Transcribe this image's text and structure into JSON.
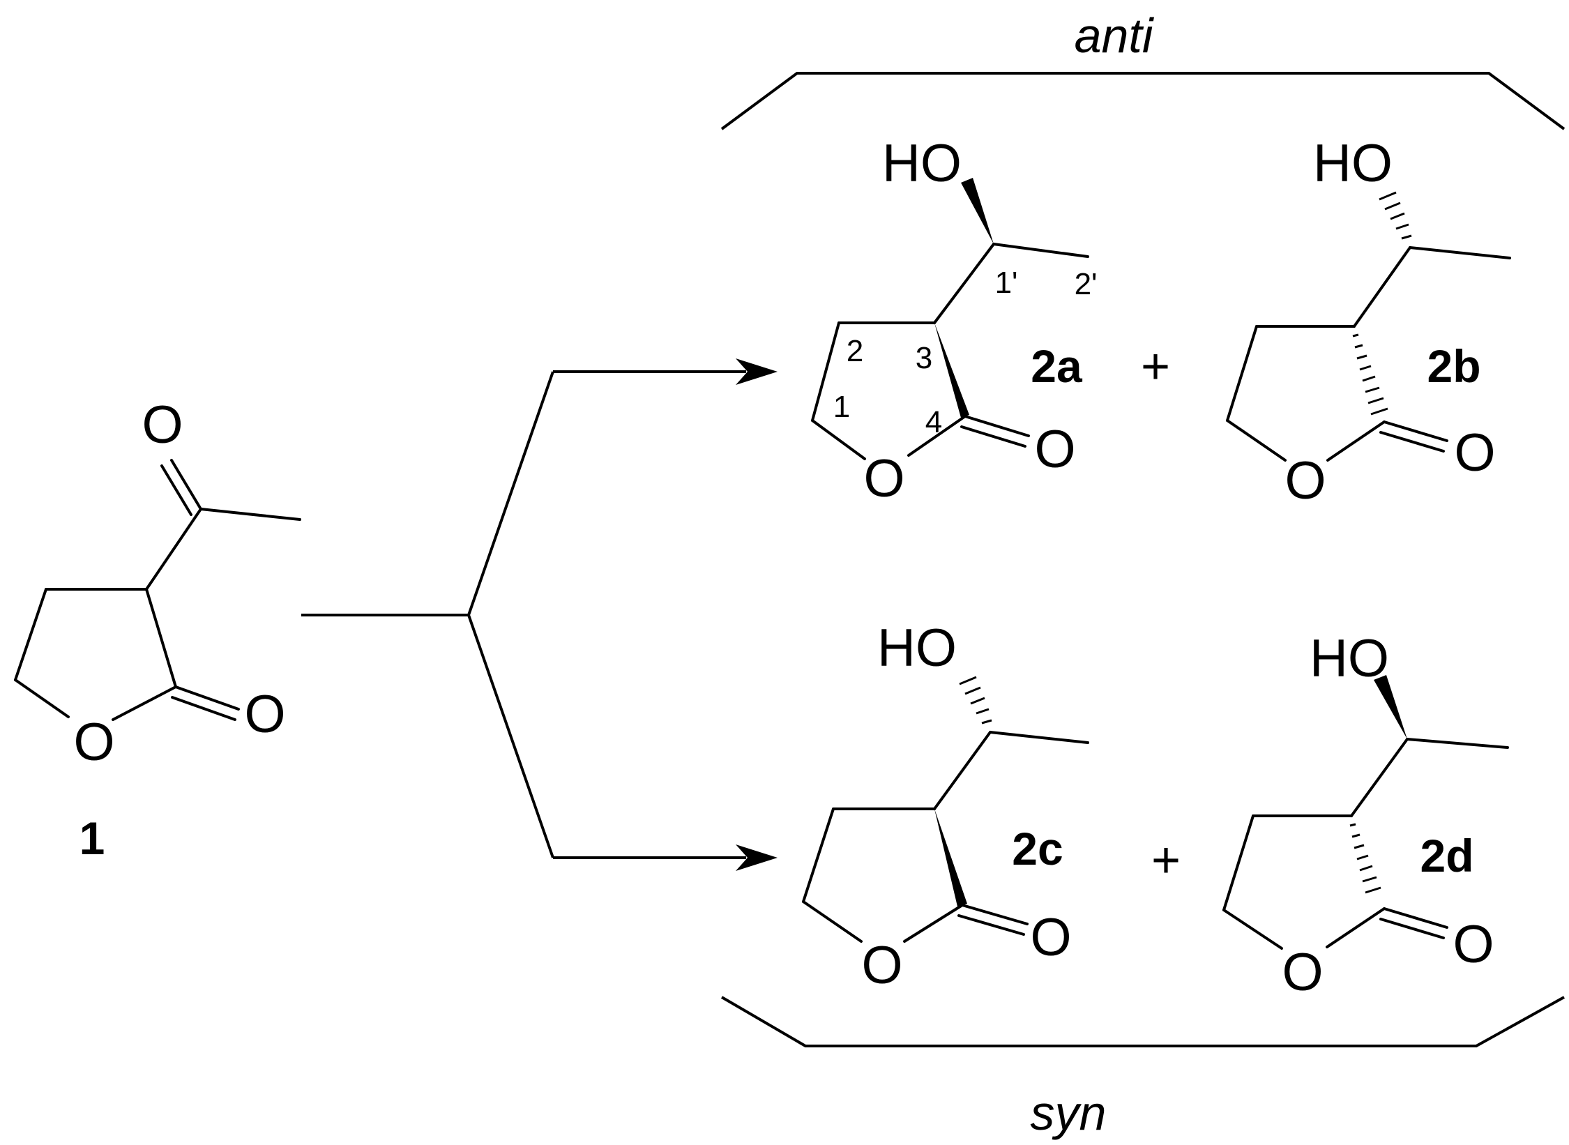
{
  "reactant": {
    "label": "1",
    "atoms": {
      "carbonyl_O": "O",
      "ring_O": "O",
      "lactone_O": "O"
    }
  },
  "groups": {
    "anti": {
      "caption": "anti",
      "plus": "+",
      "products": [
        {
          "label": "2a",
          "atoms": {
            "hydroxyl": "HO",
            "ring_O": "O",
            "carbonyl_O": "O"
          },
          "locants": [
            "1",
            "2",
            "3",
            "4",
            "1'",
            "2'"
          ]
        },
        {
          "label": "2b",
          "atoms": {
            "hydroxyl": "HO",
            "ring_O": "O",
            "carbonyl_O": "O"
          }
        }
      ]
    },
    "syn": {
      "caption": "syn",
      "plus": "+",
      "products": [
        {
          "label": "2c",
          "atoms": {
            "hydroxyl": "HO",
            "ring_O": "O",
            "carbonyl_O": "O"
          }
        },
        {
          "label": "2d",
          "atoms": {
            "hydroxyl": "HO",
            "ring_O": "O",
            "carbonyl_O": "O"
          }
        }
      ]
    }
  }
}
